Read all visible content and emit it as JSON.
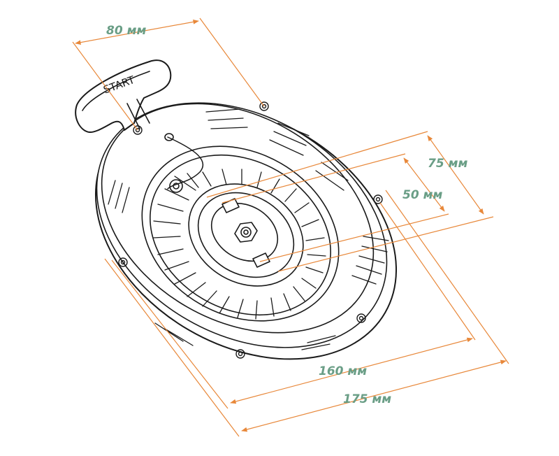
{
  "diagram": {
    "handle_text": "START",
    "dimension_color": "#e8883a",
    "label_color": "#6a9e86",
    "line_color": "#1a1a1a"
  },
  "dimensions": {
    "width_handle": "80 мм",
    "outer_small": "75 мм",
    "inner_small": "50 мм",
    "body_inner": "160 мм",
    "body_outer": "175 мм"
  }
}
